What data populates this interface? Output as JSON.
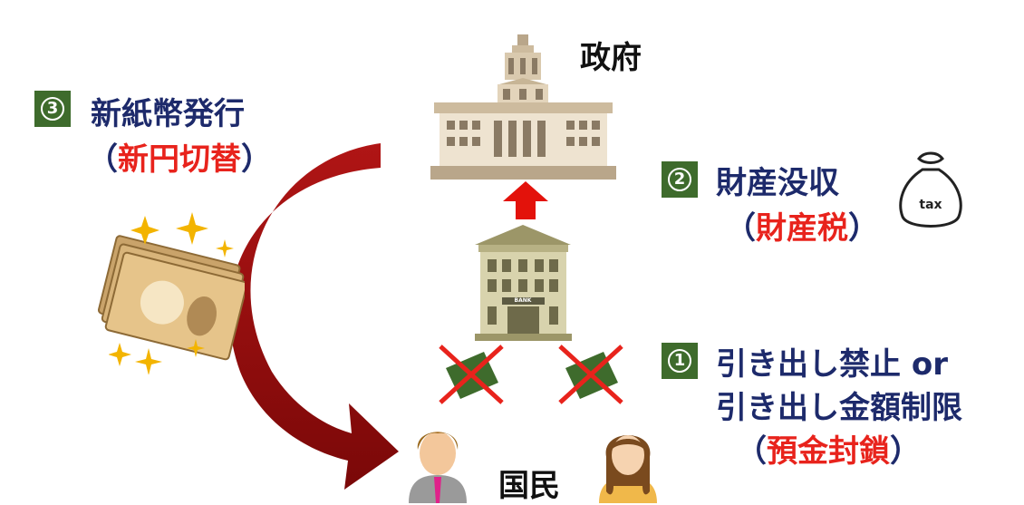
{
  "labels": {
    "government": "政府",
    "citizens": "国民",
    "bank_sign": "BANK",
    "tax_bag": "tax"
  },
  "step3": {
    "number": "3",
    "title": "新紙幣発行",
    "paren_open": "（",
    "highlight": "新円切替",
    "paren_close": "）"
  },
  "step2": {
    "number": "2",
    "title": "財産没収",
    "paren_open": "（",
    "highlight": "財産税",
    "paren_close": "）"
  },
  "step1": {
    "number": "1",
    "line1": "引き出し禁止 or",
    "line2": "引き出し金額制限",
    "paren_open": "（",
    "highlight": "預金封鎖",
    "paren_close": "）"
  },
  "colors": {
    "badge_green": "#3e6b2c",
    "title_navy": "#1d2a6b",
    "highlight_red": "#e8231c",
    "arrow_dark_red": "#8b0a0a",
    "up_arrow_red": "#e3120b",
    "cross_red": "#e8231c"
  },
  "icons": [
    "government-building-icon",
    "bank-building-icon",
    "money-bag-icon",
    "banknotes-icon",
    "sparkle-icon",
    "curved-arrow-icon",
    "up-arrow-icon",
    "cross-icon",
    "man-icon",
    "woman-icon"
  ]
}
